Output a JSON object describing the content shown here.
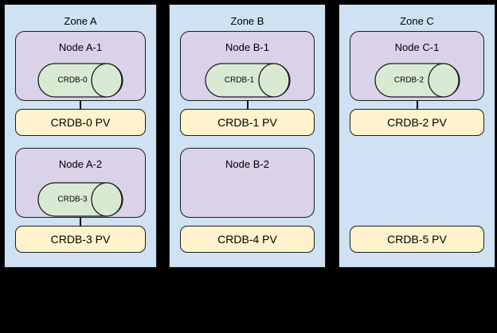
{
  "diagram": {
    "background": "#000000",
    "colors": {
      "zone_fill": "#cfe2f3",
      "node_fill": "#d9d2e9",
      "cylinder_fill": "#d9ead3",
      "pv_fill": "#fff2cc",
      "border": "#1c1c1c",
      "text": "#000000",
      "connector": "#000000"
    },
    "zones": [
      {
        "title": "Zone A",
        "nodes": [
          {
            "title": "Node A-1",
            "pod": "CRDB-0"
          },
          {
            "title": "Node A-2",
            "pod": "CRDB-3"
          }
        ],
        "pvs": [
          "CRDB-0 PV",
          "CRDB-3 PV"
        ]
      },
      {
        "title": "Zone B",
        "nodes": [
          {
            "title": "Node B-1",
            "pod": "CRDB-1"
          },
          {
            "title": "Node B-2"
          }
        ],
        "pvs": [
          "CRDB-1 PV",
          "CRDB-4 PV"
        ]
      },
      {
        "title": "Zone C",
        "nodes": [
          {
            "title": "Node C-1",
            "pod": "CRDB-2"
          }
        ],
        "pvs": [
          "CRDB-2 PV",
          "CRDB-5 PV"
        ]
      }
    ]
  }
}
